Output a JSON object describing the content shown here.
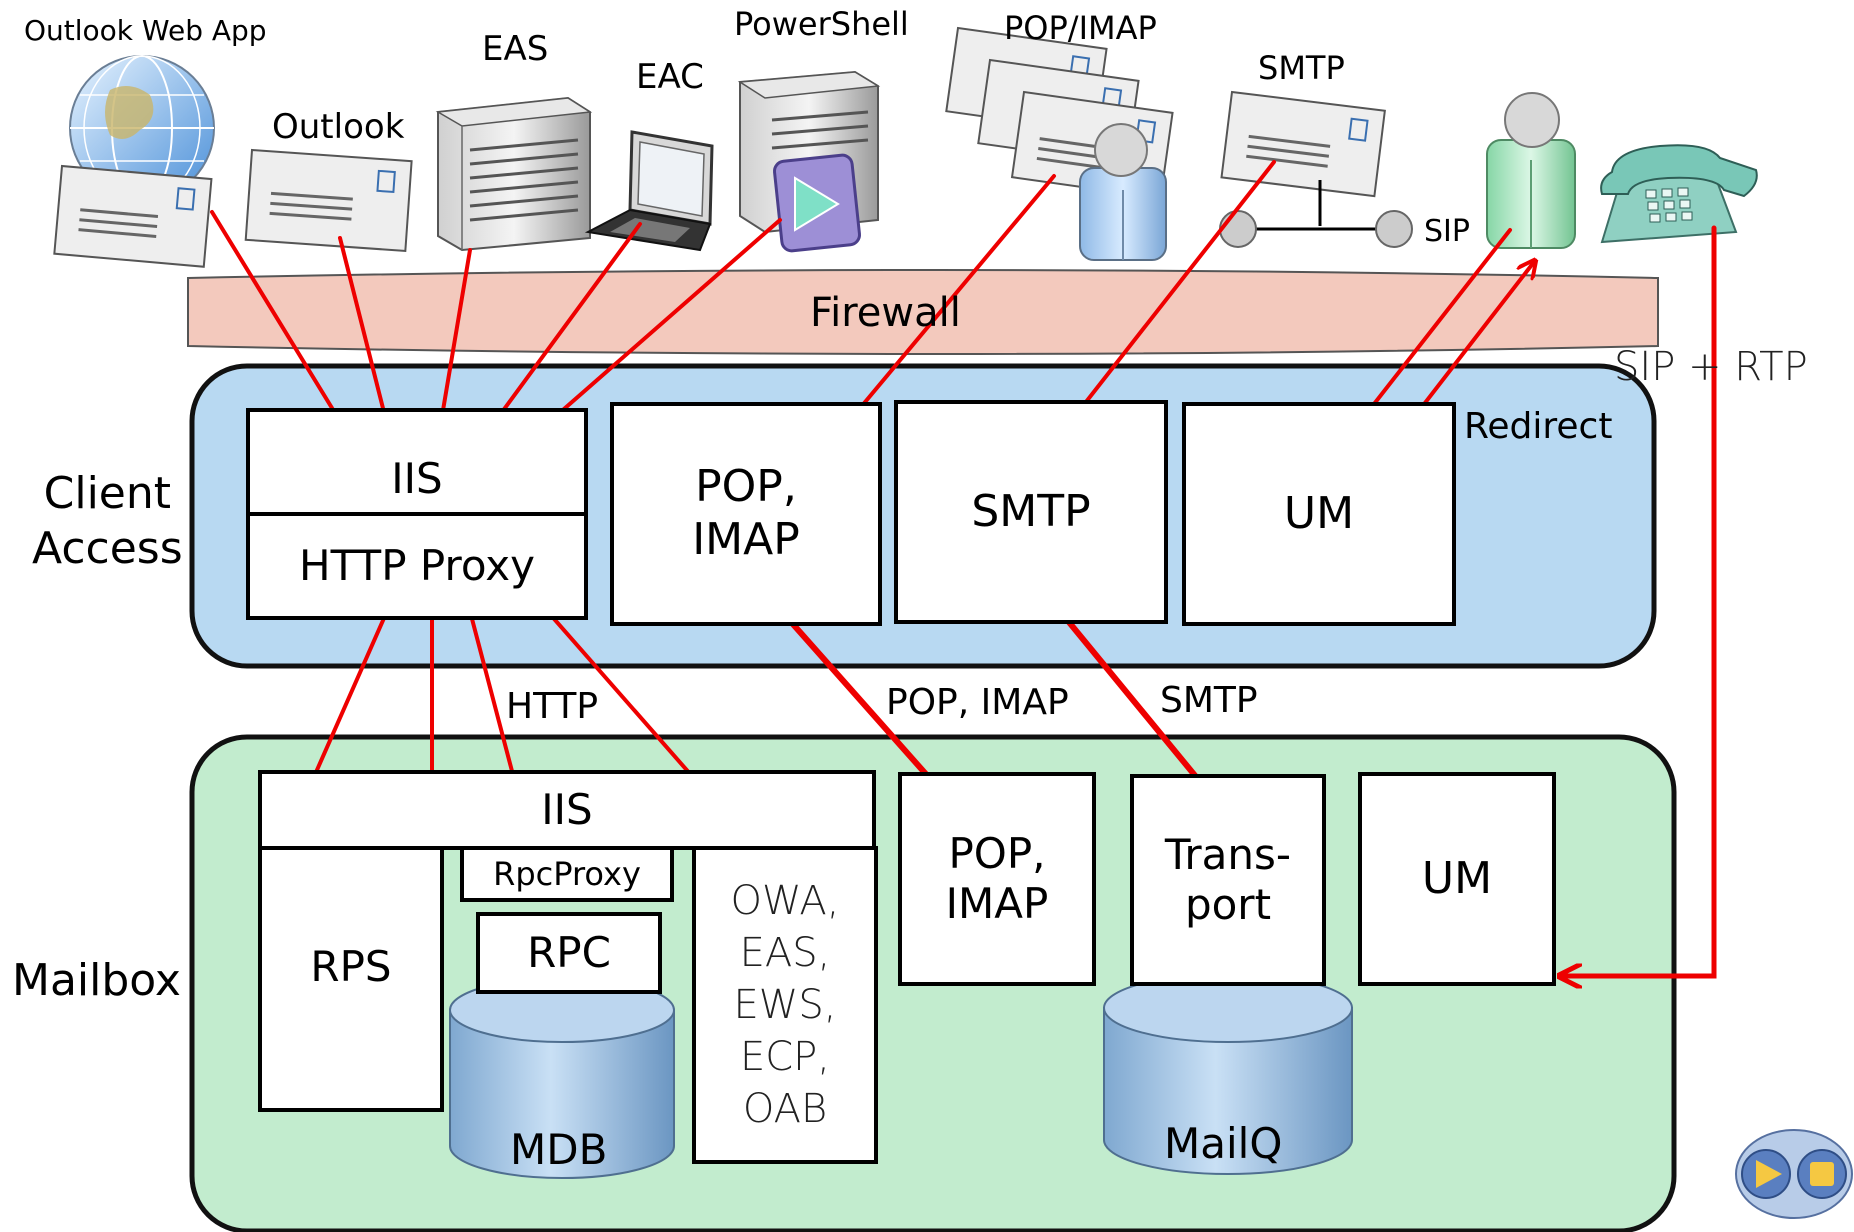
{
  "clients": {
    "owa": "Outlook Web App",
    "outlook": "Outlook",
    "eas": "EAS",
    "eac": "EAC",
    "powershell": "PowerShell",
    "popimap": "POP/IMAP",
    "smtp": "SMTP",
    "sip": "SIP"
  },
  "firewall": "Firewall",
  "sip_rtp": "SIP + RTP",
  "client_access": {
    "label": "Client\nAccess",
    "iis": "IIS",
    "http_proxy": "HTTP Proxy",
    "pop_imap": "POP,\nIMAP",
    "smtp": "SMTP",
    "um": "UM",
    "redirect": "Redirect"
  },
  "protocols": {
    "http": "HTTP",
    "pop_imap": "POP, IMAP",
    "smtp": "SMTP"
  },
  "mailbox": {
    "label": "Mailbox",
    "iis": "IIS",
    "rps": "RPS",
    "rpcproxy": "RpcProxy",
    "rpc": "RPC",
    "mdb": "MDB",
    "services": "OWA,\nEAS,\nEWS,\nECP,\nOAB",
    "pop_imap": "POP,\nIMAP",
    "transport": "Trans-\nport",
    "um": "UM",
    "mailq": "MailQ"
  },
  "colors": {
    "arrow": "#ee0000",
    "client_access_fill": "#b8d9f2",
    "mailbox_fill": "#c2ecce",
    "firewall_fill": "#f3c9bd"
  }
}
